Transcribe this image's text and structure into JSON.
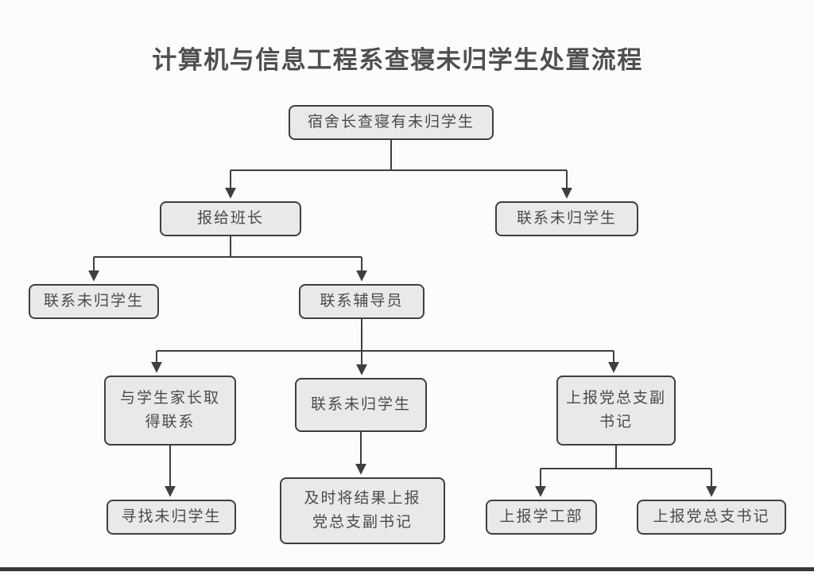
{
  "page": {
    "title": "计算机与信息工程系查寝未归学生处置流程"
  },
  "colors": {
    "background": "#fcfcfc",
    "node_fill": "#e9e9e9",
    "node_border": "#3f3f3f",
    "node_text": "#4a4a4a",
    "title_text": "#4f4f4f",
    "connector_line": "#3f3f3f",
    "bottom_bar": "#383838"
  },
  "flowchart": {
    "nodes": [
      {
        "id": "dorm-leader-check",
        "label": "宿舍长查寝有未归学生",
        "level": 1
      },
      {
        "id": "report-to-class-monitor",
        "label": "报给班长",
        "level": 2
      },
      {
        "id": "contact-absent-students-right",
        "label": "联系未归学生",
        "level": 2
      },
      {
        "id": "contact-absent-students-left",
        "label": "联系未归学生",
        "level": 3
      },
      {
        "id": "contact-counselor",
        "label": "联系辅导员",
        "level": 3
      },
      {
        "id": "contact-parents",
        "label": "与学生家长取得联系",
        "level": 4
      },
      {
        "id": "contact-absent-students-mid",
        "label": "联系未归学生",
        "level": 4
      },
      {
        "id": "report-deputy-party-secretary",
        "label": "上报党总支副书记",
        "level": 4
      },
      {
        "id": "search-absent-students",
        "label": "寻找未归学生",
        "level": 5
      },
      {
        "id": "report-results-to-deputy-secretary",
        "label": "及时将结果上报党总支副书记",
        "level": 5
      },
      {
        "id": "report-student-affairs-office",
        "label": "上报学工部",
        "level": 5
      },
      {
        "id": "report-party-secretary",
        "label": "上报党总支书记",
        "level": 5
      }
    ],
    "edges": [
      {
        "from": "dorm-leader-check",
        "to": "report-to-class-monitor"
      },
      {
        "from": "dorm-leader-check",
        "to": "contact-absent-students-right"
      },
      {
        "from": "report-to-class-monitor",
        "to": "contact-absent-students-left"
      },
      {
        "from": "report-to-class-monitor",
        "to": "contact-counselor"
      },
      {
        "from": "contact-counselor",
        "to": "contact-parents"
      },
      {
        "from": "contact-counselor",
        "to": "contact-absent-students-mid"
      },
      {
        "from": "contact-counselor",
        "to": "report-deputy-party-secretary"
      },
      {
        "from": "contact-parents",
        "to": "search-absent-students"
      },
      {
        "from": "contact-absent-students-mid",
        "to": "report-results-to-deputy-secretary"
      },
      {
        "from": "report-deputy-party-secretary",
        "to": "report-student-affairs-office"
      },
      {
        "from": "report-deputy-party-secretary",
        "to": "report-party-secretary"
      }
    ]
  }
}
